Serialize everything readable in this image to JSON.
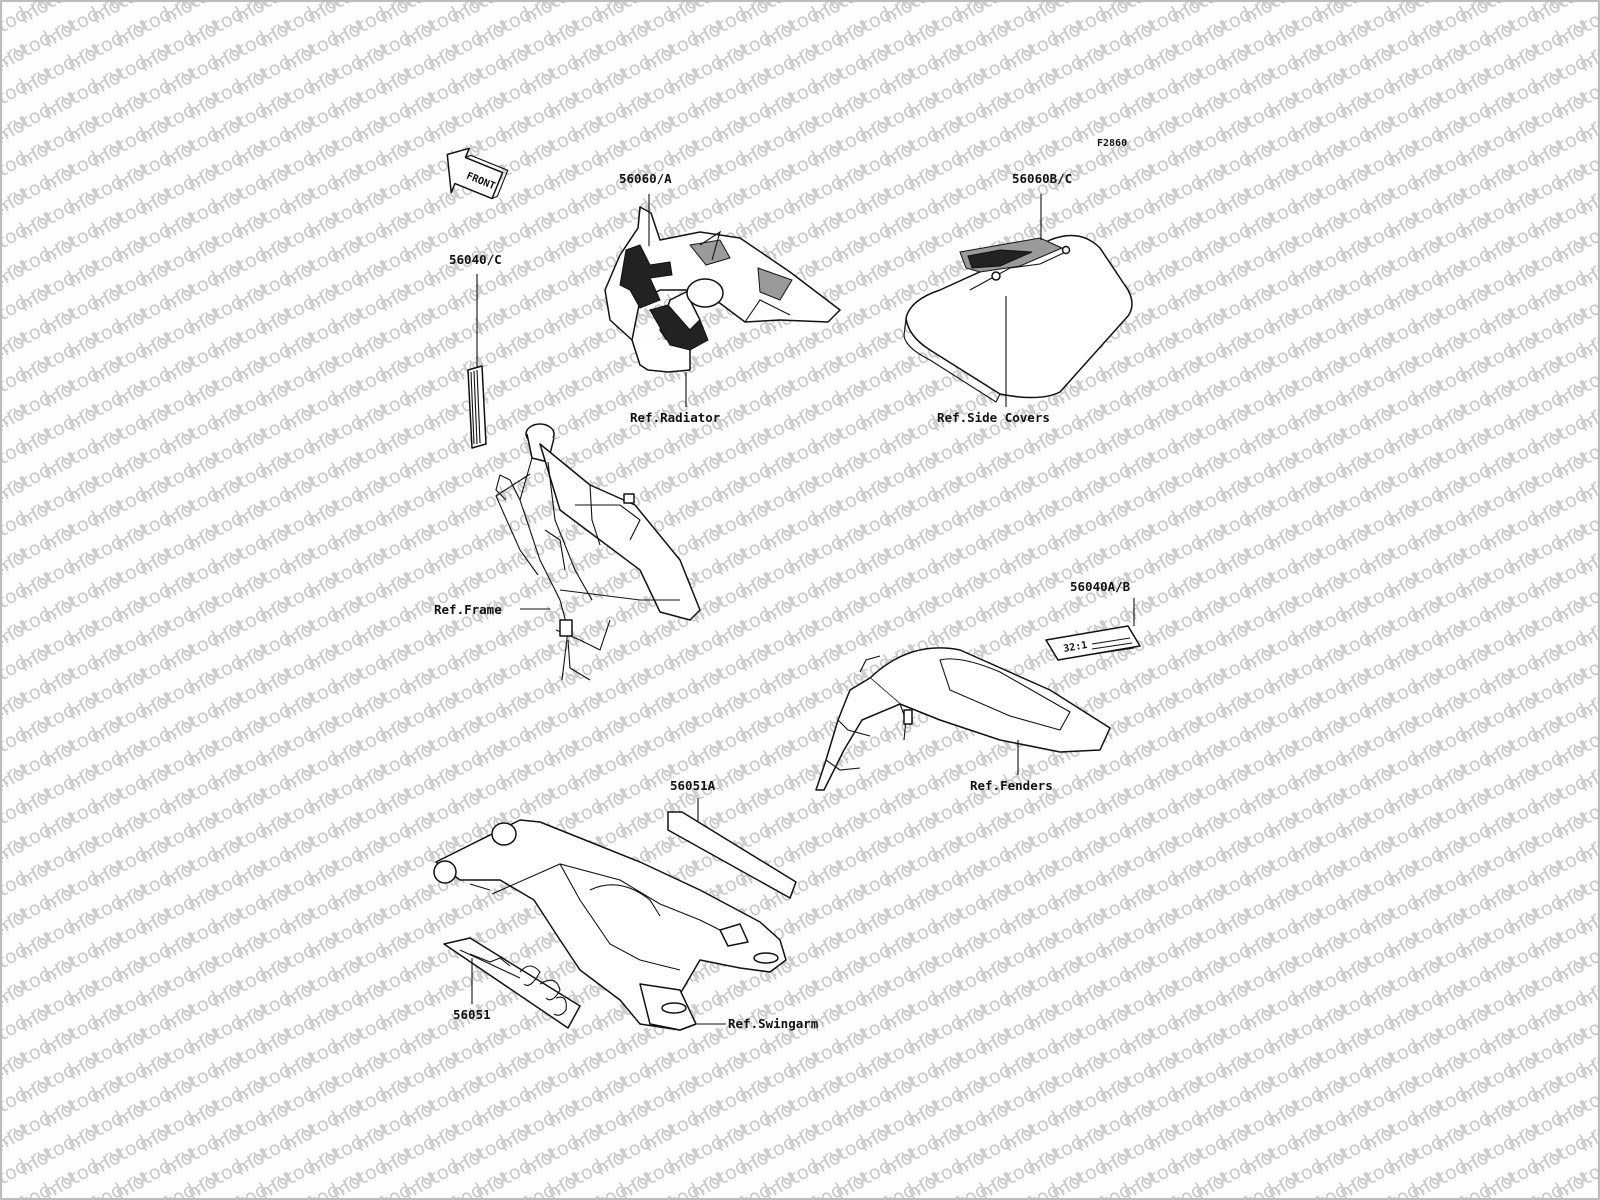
{
  "diagram": {
    "code": "F2860",
    "front_label": "FRONT",
    "watermark": "motod.ru",
    "parts": [
      {
        "number": "56060/A"
      },
      {
        "number": "56060B/C"
      },
      {
        "number": "56040/C"
      },
      {
        "number": "56040A/B",
        "decal_text": "32:1"
      },
      {
        "number": "56051A"
      },
      {
        "number": "56051"
      }
    ],
    "references": [
      {
        "label": "Ref.Radiator"
      },
      {
        "label": "Ref.Side Covers"
      },
      {
        "label": "Ref.Frame"
      },
      {
        "label": "Ref.Fenders"
      },
      {
        "label": "Ref.Swingarm"
      }
    ]
  }
}
